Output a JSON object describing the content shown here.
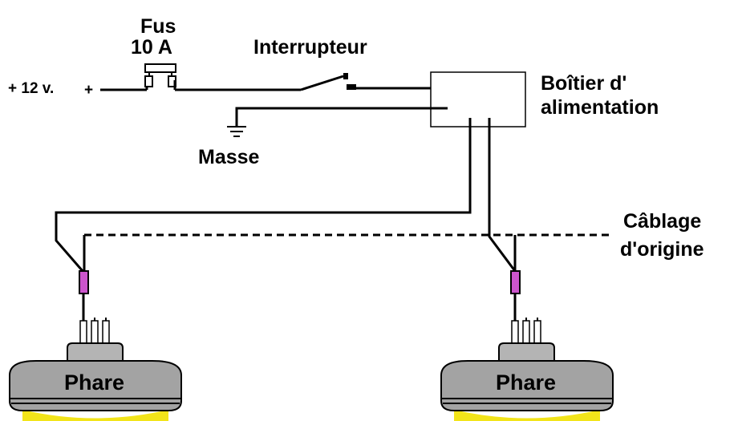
{
  "labels": {
    "fuse_line1": "Fus",
    "fuse_line2": "10 A",
    "supply": "+ 12 v.",
    "supply_plus": "+",
    "switch": "Interrupteur",
    "box_line1": "Boîtier d'",
    "box_line2": "alimentation",
    "ground": "Masse",
    "harness_line1": "Câblage",
    "harness_line2": "d'origine",
    "lamp_left": "Phare",
    "lamp_right": "Phare"
  },
  "colors": {
    "wire": "#000000",
    "lamp_body": "#a3a3a3",
    "lamp_cap": "#b4b4b4",
    "lamp_lens": "#f2e41a",
    "connector": "#cc55cc",
    "box": "#ffffff",
    "background": "#ffffff"
  },
  "icons": {
    "fuse": "fuse-icon",
    "switch": "switch-icon",
    "ground": "ground-icon",
    "connector": "connector-icon",
    "lamp": "headlamp-icon"
  }
}
